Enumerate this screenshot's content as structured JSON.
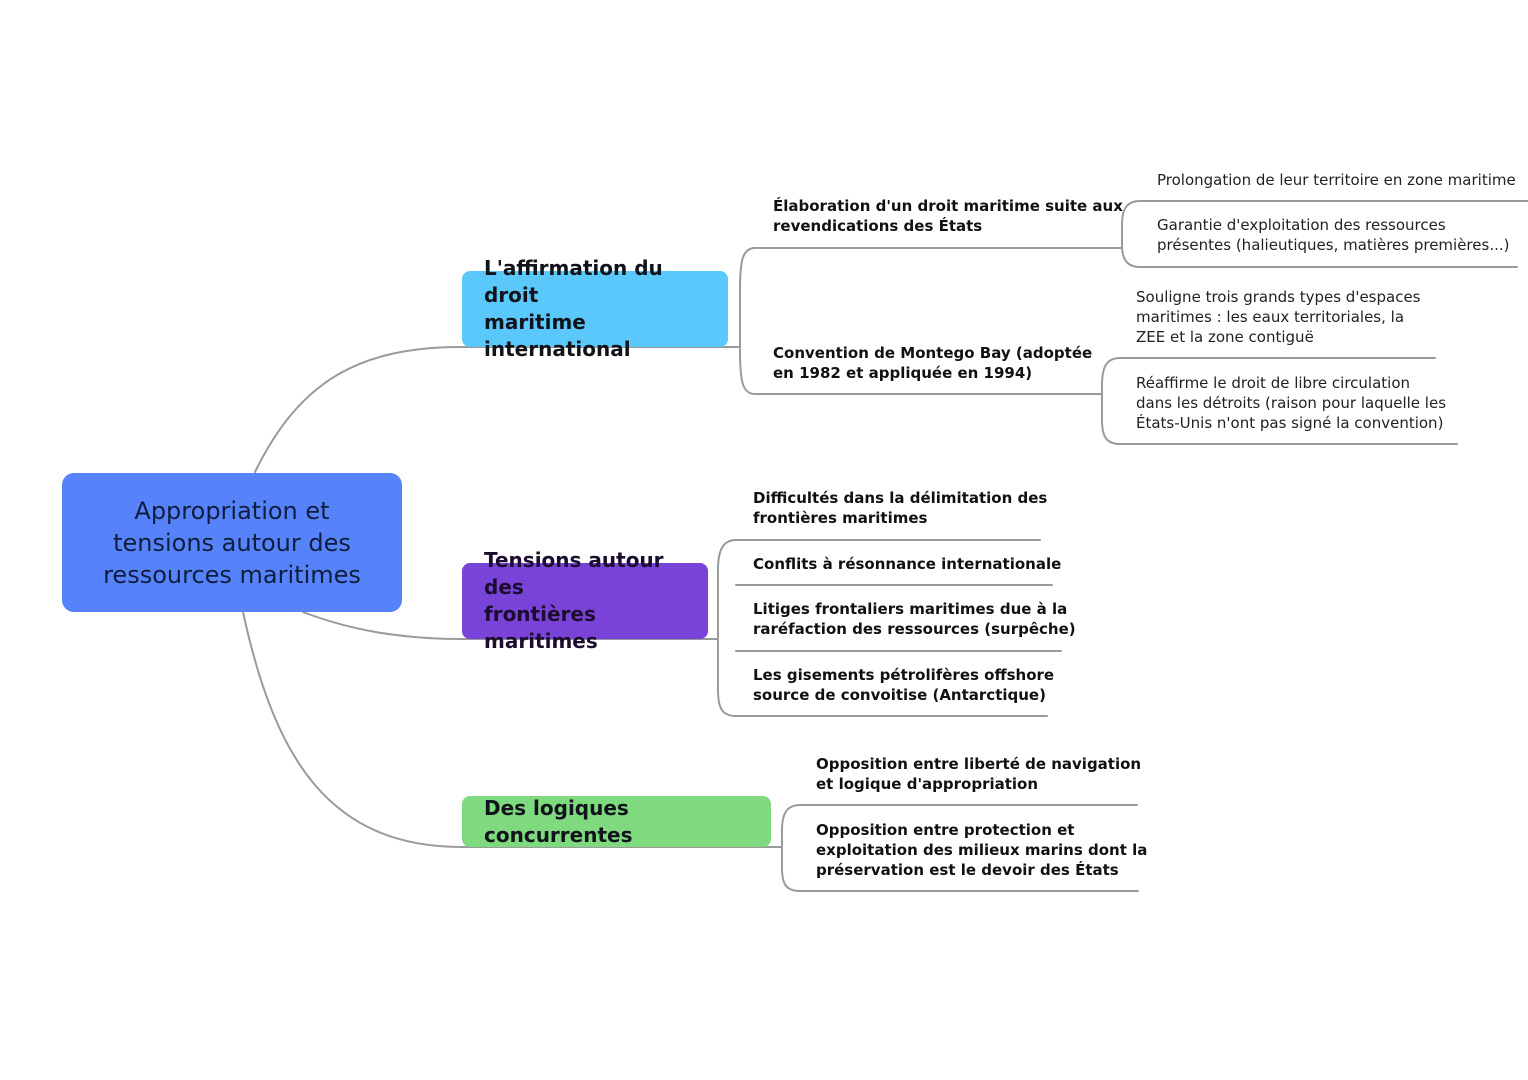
{
  "root": {
    "lines": [
      "Appropriation et",
      "tensions autour des",
      "ressources maritimes"
    ]
  },
  "branches": [
    {
      "lines": [
        "L'affirmation du droit",
        "maritime international"
      ],
      "color": "#5ac8fa",
      "children": [
        {
          "lines": [
            "Élaboration d'un droit maritime suite aux",
            "revendications des États"
          ],
          "children": [
            {
              "lines": [
                "Prolongation de leur territoire en zone maritime"
              ]
            },
            {
              "lines": [
                "Garantie d'exploitation des ressources",
                "présentes (halieutiques, matières premières...)"
              ]
            }
          ]
        },
        {
          "lines": [
            "Convention de Montego Bay (adoptée",
            "en 1982 et appliquée en 1994)"
          ],
          "children": [
            {
              "lines": [
                "Souligne trois grands types d'espaces",
                "maritimes : les eaux territoriales, la",
                "ZEE et la zone contiguë"
              ]
            },
            {
              "lines": [
                "Réaffirme le droit de libre circulation",
                "dans les détroits (raison pour laquelle les",
                "États-Unis n'ont pas signé la convention)"
              ]
            }
          ]
        }
      ]
    },
    {
      "lines": [
        "Tensions autour des",
        "frontières maritimes"
      ],
      "color": "#7a43d8",
      "children": [
        {
          "lines": [
            "Difficultés dans la délimitation des",
            "frontières maritimes"
          ]
        },
        {
          "lines": [
            "Conflits à résonnance internationale"
          ]
        },
        {
          "lines": [
            "Litiges frontaliers maritimes due à la",
            "raréfaction des ressources (surpêche)"
          ]
        },
        {
          "lines": [
            "Les gisements pétrolifères offshore",
            "source de convoitise (Antarctique)"
          ]
        }
      ]
    },
    {
      "lines": [
        "Des logiques concurrentes"
      ],
      "color": "#7ed97f",
      "children": [
        {
          "lines": [
            "Opposition entre liberté de navigation",
            "et logique d'appropriation"
          ]
        },
        {
          "lines": [
            "Opposition entre protection et",
            "exploitation des milieux marins dont la",
            "préservation est le devoir des États"
          ]
        }
      ]
    }
  ],
  "colors": {
    "root": "#5683f9",
    "connector": "#9a9a9a"
  }
}
